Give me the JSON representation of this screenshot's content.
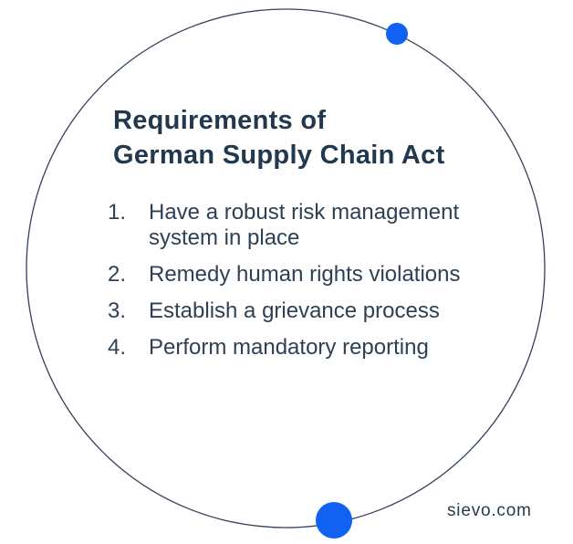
{
  "colors": {
    "accent_blue": "#1161f2",
    "circle_outline": "#32415c",
    "title_navy": "#21384f",
    "body_text": "#2e4154",
    "background": "#ffffff"
  },
  "slide": {
    "title": "Requirements of\nGerman Supply Chain Act",
    "items": [
      {
        "number": "1.",
        "text": "Have a robust risk management system in place"
      },
      {
        "number": "2.",
        "text": "Remedy human rights violations"
      },
      {
        "number": "3.",
        "text": "Establish a grievance process"
      },
      {
        "number": "4.",
        "text": "Perform mandatory reporting"
      }
    ],
    "footer": "sievo.com"
  }
}
